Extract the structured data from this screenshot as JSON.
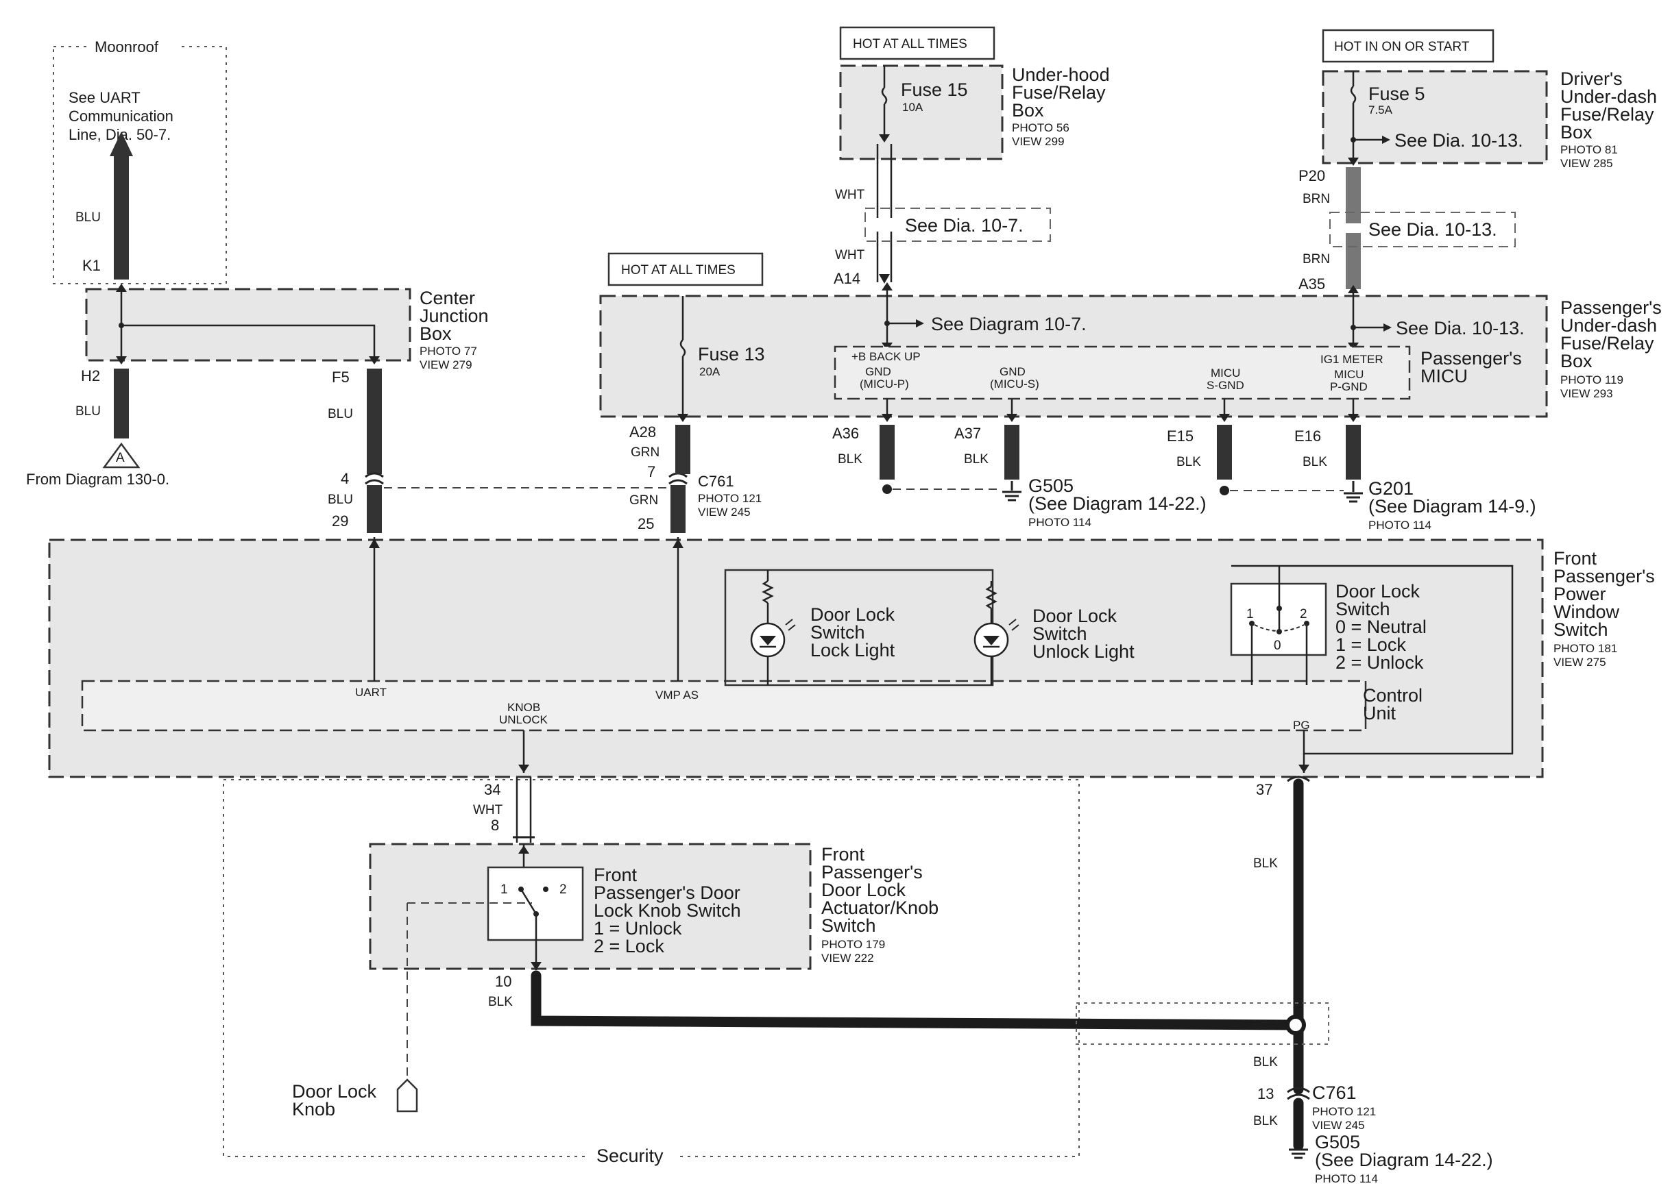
{
  "moonroof": {
    "title": "Moonroof",
    "note": [
      "See UART",
      "Communication",
      "Line, Dia. 50-7."
    ],
    "wire_color": "BLU",
    "pin": "K1"
  },
  "center_junction": {
    "label": [
      "Center",
      "Junction",
      "Box"
    ],
    "photo": "PHOTO 77",
    "view": "VIEW 279",
    "pin_h2": "H2",
    "pin_f5": "F5",
    "wire_h2": "BLU",
    "wire_f5": "BLU"
  },
  "from_diagram": {
    "connector_letter": "A",
    "text": "From Diagram 130-0."
  },
  "underhood_box": {
    "hot_label": "HOT AT ALL TIMES",
    "fuse": "Fuse 15",
    "amps": "10A",
    "label": [
      "Under-hood",
      "Fuse/Relay",
      "Box"
    ],
    "photo": "PHOTO 56",
    "view": "VIEW 299",
    "wire_top": "WHT",
    "wire_bottom": "WHT",
    "see": "See Dia. 10-7.",
    "pin": "A14"
  },
  "drivers_box": {
    "hot_label": "HOT IN ON OR START",
    "fuse": "Fuse 5",
    "amps": "7.5A",
    "see": "See Dia. 10-13.",
    "label": [
      "Driver's",
      "Under-dash",
      "Fuse/Relay",
      "Box"
    ],
    "photo": "PHOTO 81",
    "view": "VIEW 285",
    "pin_top": "P20",
    "wire_top": "BRN",
    "see_mid": "See Dia. 10-13.",
    "wire_bottom": "BRN",
    "pin_bottom": "A35"
  },
  "passenger_box": {
    "hot_label": "HOT AT ALL TIMES",
    "fuse": "Fuse 13",
    "amps": "20A",
    "see_left": "See Diagram 10-7.",
    "see_right": "See Dia. 10-13.",
    "label": [
      "Passenger's",
      "Under-dash",
      "Fuse/Relay",
      "Box"
    ],
    "photo": "PHOTO 119",
    "view": "VIEW 293",
    "micu_label": [
      "Passenger's",
      "MICU"
    ],
    "micu_terms": {
      "backup": "+B BACK UP",
      "gnd_p": [
        "GND",
        "(MICU-P)"
      ],
      "gnd_s": [
        "GND",
        "(MICU-S)"
      ],
      "s_gnd": [
        "MICU",
        "S-GND"
      ],
      "ig1": "IG1 METER",
      "p_gnd": [
        "MICU",
        "P-GND"
      ]
    },
    "pins": [
      "A28",
      "A36",
      "A37",
      "E15",
      "E16"
    ],
    "wires": [
      "GRN",
      "BLK",
      "BLK",
      "BLK",
      "BLK"
    ]
  },
  "c761_top": {
    "pin_left_top": "4",
    "wire_left": "BLU",
    "pin_left_bottom": "29",
    "pin_right_top": "7",
    "wire_right": "GRN",
    "pin_right_bottom": "25",
    "name": "C761",
    "photo": "PHOTO 121",
    "view": "VIEW 245"
  },
  "grounds": {
    "g505": "G505",
    "g505_see": "(See Diagram 14-22.)",
    "g505_photo": "PHOTO 114",
    "g201": "G201",
    "g201_see": "(See Diagram 14-9.)",
    "g201_photo": "PHOTO 114"
  },
  "window_switch": {
    "label": [
      "Front",
      "Passenger's",
      "Power",
      "Window",
      "Switch"
    ],
    "photo": "PHOTO 181",
    "view": "VIEW 275",
    "lock_light": [
      "Door Lock",
      "Switch",
      "Lock Light"
    ],
    "unlock_light": [
      "Door Lock",
      "Switch",
      "Unlock Light"
    ],
    "door_switch": [
      "Door Lock",
      "Switch",
      "0 = Neutral",
      "1 = Lock",
      "2 = Unlock"
    ],
    "switch_pos": [
      "1",
      "2",
      "0"
    ],
    "control_unit": [
      "Control",
      "Unit"
    ],
    "terms": {
      "uart": "UART",
      "knob": [
        "KNOB",
        "UNLOCK"
      ],
      "vmp": "VMP AS",
      "pg": "PG"
    }
  },
  "actuator": {
    "pin_top": "34",
    "wire": "WHT",
    "pin_mid": "8",
    "switch_label": [
      "Front",
      "Passenger's Door",
      "Lock Knob Switch",
      "1 = Unlock",
      "2 = Lock"
    ],
    "switch_pos": [
      "1",
      "2"
    ],
    "label": [
      "Front",
      "Passenger's",
      "Door Lock",
      "Actuator/Knob",
      "Switch"
    ],
    "photo": "PHOTO 179",
    "view": "VIEW 222",
    "pin_bottom": "10",
    "wire_bottom": "BLK"
  },
  "door_knob": [
    "Door Lock",
    "Knob"
  ],
  "security": "Security",
  "ground_wire": {
    "pin_37": "37",
    "wire_1": "BLK",
    "wire_2": "BLK",
    "pin_13": "13",
    "connector": "C761",
    "photo": "PHOTO 121",
    "view": "VIEW 245",
    "wire_3": "BLK",
    "ground": "G505",
    "see": "(See Diagram 14-22.)",
    "ground_photo": "PHOTO 114"
  }
}
